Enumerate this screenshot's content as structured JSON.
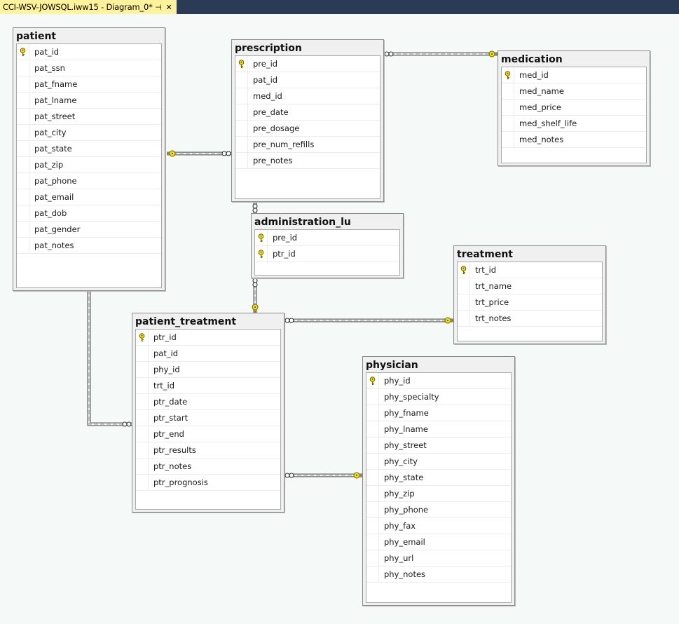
{
  "tab": {
    "title": "CCI-WSV-JOWSQL.iww15 - Diagram_0*",
    "pin_glyph": "⊣",
    "close_glyph": "✕"
  },
  "colors": {
    "tab_bg": "#fff29d",
    "topbar": "#2b3a55",
    "canvas": "#f5f9f8",
    "key_fill": "#f5e100"
  },
  "tables": {
    "patient": {
      "name": "patient",
      "columns": [
        {
          "name": "pat_id",
          "pk": true
        },
        {
          "name": "pat_ssn"
        },
        {
          "name": "pat_fname"
        },
        {
          "name": "pat_lname"
        },
        {
          "name": "pat_street"
        },
        {
          "name": "pat_city"
        },
        {
          "name": "pat_state"
        },
        {
          "name": "pat_zip"
        },
        {
          "name": "pat_phone"
        },
        {
          "name": "pat_email"
        },
        {
          "name": "pat_dob"
        },
        {
          "name": "pat_gender"
        },
        {
          "name": "pat_notes"
        }
      ]
    },
    "prescription": {
      "name": "prescription",
      "columns": [
        {
          "name": "pre_id",
          "pk": true
        },
        {
          "name": "pat_id"
        },
        {
          "name": "med_id"
        },
        {
          "name": "pre_date"
        },
        {
          "name": "pre_dosage"
        },
        {
          "name": "pre_num_refills"
        },
        {
          "name": "pre_notes"
        }
      ]
    },
    "medication": {
      "name": "medication",
      "columns": [
        {
          "name": "med_id",
          "pk": true
        },
        {
          "name": "med_name"
        },
        {
          "name": "med_price"
        },
        {
          "name": "med_shelf_life"
        },
        {
          "name": "med_notes"
        }
      ]
    },
    "administration_lu": {
      "name": "administration_lu",
      "columns": [
        {
          "name": "pre_id",
          "pk": true
        },
        {
          "name": "ptr_id",
          "pk": true
        }
      ]
    },
    "treatment": {
      "name": "treatment",
      "columns": [
        {
          "name": "trt_id",
          "pk": true
        },
        {
          "name": "trt_name"
        },
        {
          "name": "trt_price"
        },
        {
          "name": "trt_notes"
        }
      ]
    },
    "patient_treatment": {
      "name": "patient_treatment",
      "columns": [
        {
          "name": "ptr_id",
          "pk": true
        },
        {
          "name": "pat_id"
        },
        {
          "name": "phy_id"
        },
        {
          "name": "trt_id"
        },
        {
          "name": "ptr_date"
        },
        {
          "name": "ptr_start"
        },
        {
          "name": "ptr_end"
        },
        {
          "name": "ptr_results"
        },
        {
          "name": "ptr_notes"
        },
        {
          "name": "ptr_prognosis"
        }
      ]
    },
    "physician": {
      "name": "physician",
      "columns": [
        {
          "name": "phy_id",
          "pk": true
        },
        {
          "name": "phy_specialty"
        },
        {
          "name": "phy_fname"
        },
        {
          "name": "phy_lname"
        },
        {
          "name": "phy_street"
        },
        {
          "name": "phy_city"
        },
        {
          "name": "phy_state"
        },
        {
          "name": "phy_zip"
        },
        {
          "name": "phy_phone"
        },
        {
          "name": "phy_fax"
        },
        {
          "name": "phy_email"
        },
        {
          "name": "phy_url"
        },
        {
          "name": "phy_notes"
        }
      ]
    }
  },
  "relationships": [
    {
      "one": "patient",
      "many": "prescription"
    },
    {
      "one": "medication",
      "many": "prescription"
    },
    {
      "one": "prescription",
      "many": "administration_lu"
    },
    {
      "one": "patient_treatment",
      "many": "administration_lu"
    },
    {
      "one": "patient",
      "many": "patient_treatment"
    },
    {
      "one": "treatment",
      "many": "patient_treatment"
    },
    {
      "one": "physician",
      "many": "patient_treatment"
    }
  ]
}
